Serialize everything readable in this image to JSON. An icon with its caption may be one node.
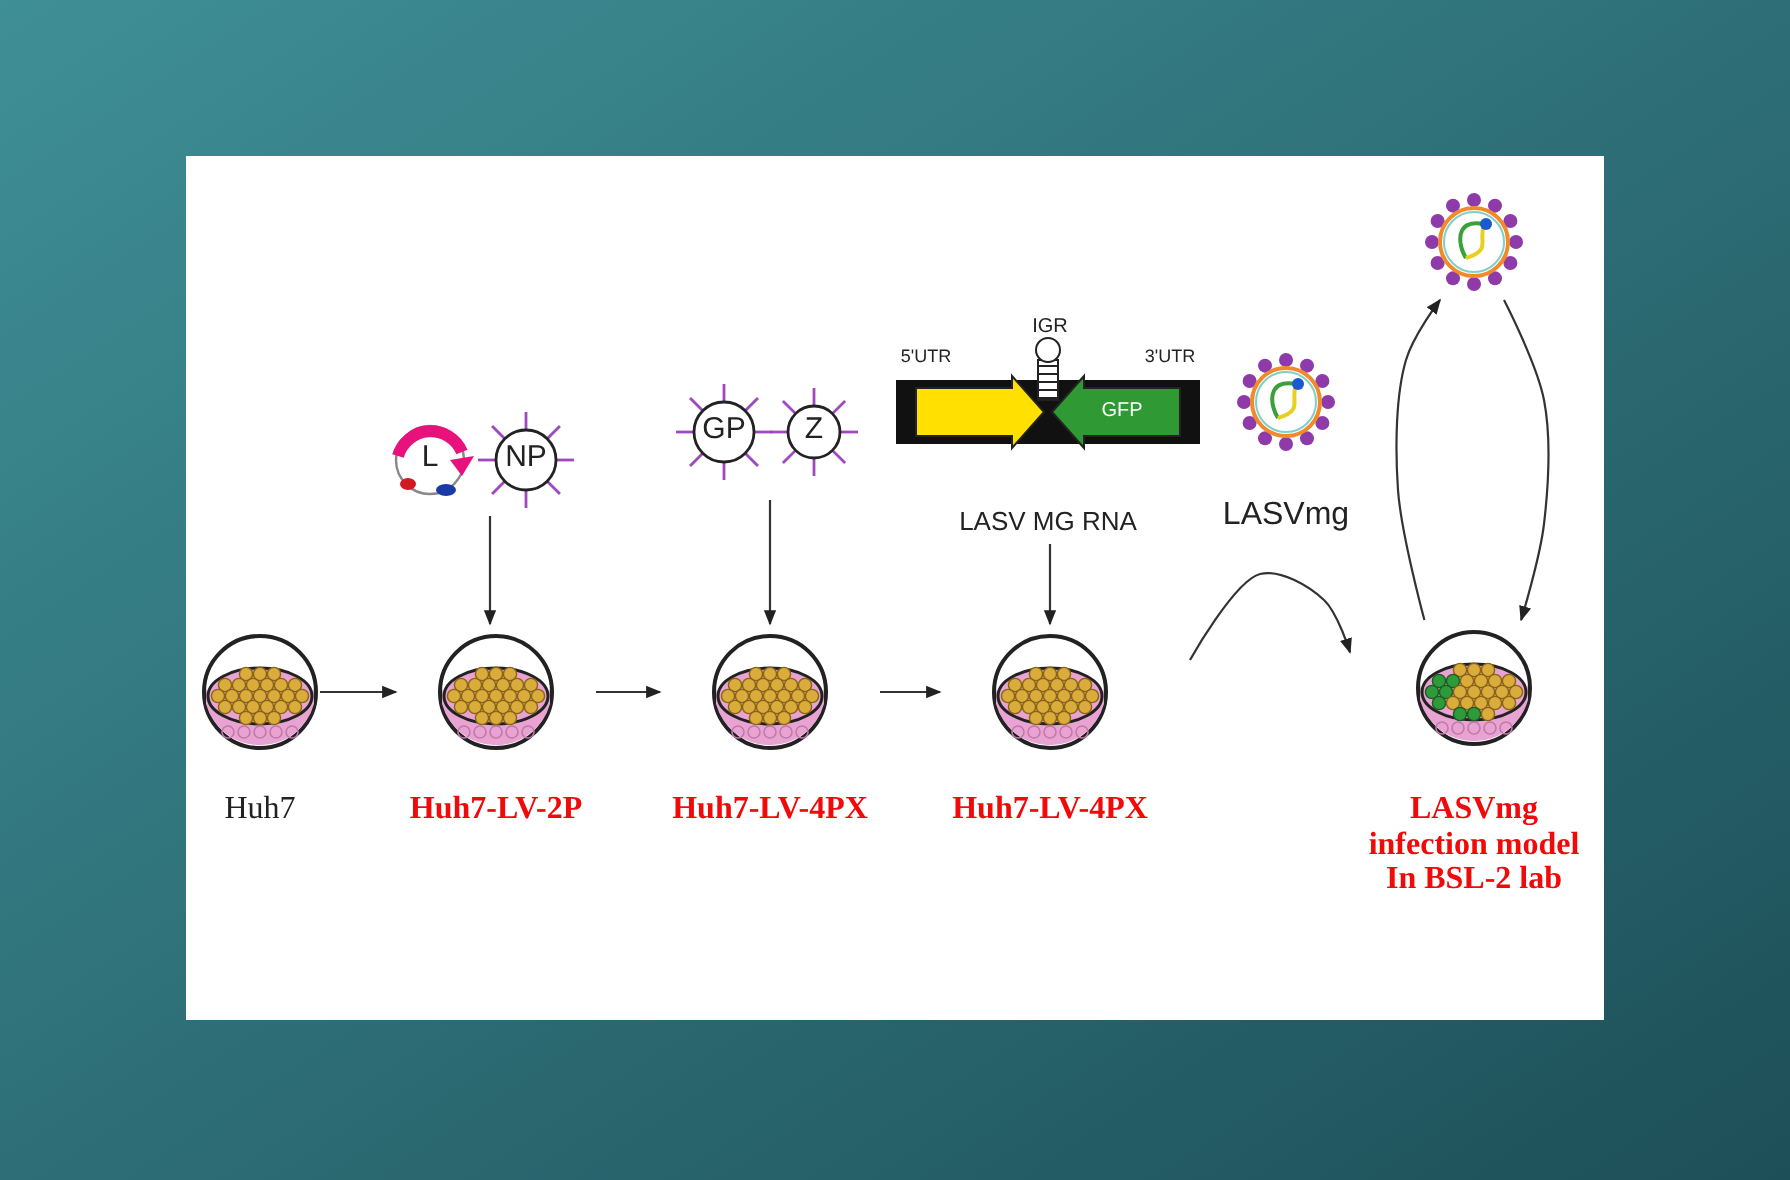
{
  "diagram": {
    "nodes": [
      {
        "text": [
          "Huh7"
        ]
      },
      {
        "text": [
          "Huh7-LV-2P"
        ]
      },
      {
        "text": [
          "Huh7-LV-4PX"
        ]
      },
      {
        "text": [
          "Huh7-LV-4PX"
        ]
      },
      {
        "text": [
          "LASVmg infection model In BSL-2 lab"
        ]
      },
      {
        "text": [
          "L",
          "NP"
        ]
      },
      {
        "text": [
          "GP",
          "Z"
        ]
      },
      {
        "text": [
          "IGR",
          "5'UTR",
          "3'UTR",
          "GFP",
          "LASV MG RNA"
        ]
      },
      {
        "text": [
          "LASVmg"
        ]
      },
      {
        "text": [],
        "shape": "picture"
      }
    ],
    "edges": [
      {
        "from": 0,
        "to": 1,
        "arrow": "to"
      },
      {
        "from": 1,
        "to": 2,
        "arrow": "to"
      },
      {
        "from": 2,
        "to": 3,
        "arrow": "to"
      },
      {
        "from": 5,
        "to": 1,
        "arrow": "to"
      },
      {
        "from": 6,
        "to": 2,
        "arrow": "to"
      },
      {
        "from": 7,
        "to": 3,
        "arrow": "to"
      },
      {
        "from": null,
        "to": 4,
        "arrow": "to"
      },
      {
        "from": 4,
        "to": 9,
        "arrow": "to"
      },
      {
        "from": 9,
        "to": 4,
        "arrow": "to"
      }
    ]
  }
}
